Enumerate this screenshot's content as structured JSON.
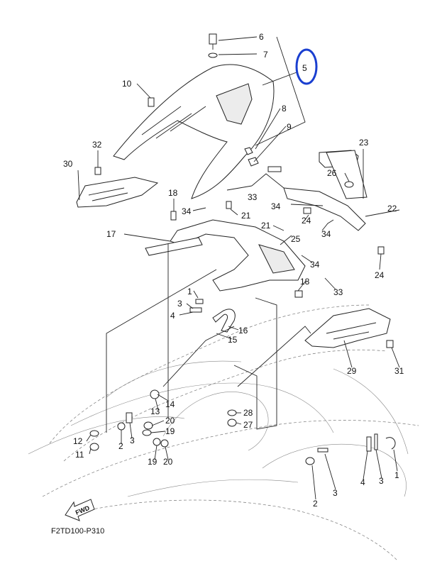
{
  "diagram": {
    "code": "F2TD100-P310",
    "fwd_label": "FWD",
    "highlight_color": "#1a3fd0",
    "highlighted_part": "5"
  },
  "callouts": [
    {
      "id": "c6",
      "label": "6"
    },
    {
      "id": "c7",
      "label": "7"
    },
    {
      "id": "c5",
      "label": "5"
    },
    {
      "id": "c10",
      "label": "10"
    },
    {
      "id": "c8",
      "label": "8"
    },
    {
      "id": "c9",
      "label": "9"
    },
    {
      "id": "c23",
      "label": "23"
    },
    {
      "id": "c32",
      "label": "32"
    },
    {
      "id": "c30",
      "label": "30"
    },
    {
      "id": "c26",
      "label": "26"
    },
    {
      "id": "c18a",
      "label": "18"
    },
    {
      "id": "c33a",
      "label": "33"
    },
    {
      "id": "c34a",
      "label": "34"
    },
    {
      "id": "c34b",
      "label": "34"
    },
    {
      "id": "c22",
      "label": "22"
    },
    {
      "id": "c21a",
      "label": "21"
    },
    {
      "id": "c24a",
      "label": "24"
    },
    {
      "id": "c17",
      "label": "17"
    },
    {
      "id": "c21b",
      "label": "21"
    },
    {
      "id": "c34c",
      "label": "34"
    },
    {
      "id": "c25",
      "label": "25"
    },
    {
      "id": "c24b",
      "label": "24"
    },
    {
      "id": "c34d",
      "label": "34"
    },
    {
      "id": "c18b",
      "label": "18"
    },
    {
      "id": "c33b",
      "label": "33"
    },
    {
      "id": "c1a",
      "label": "1"
    },
    {
      "id": "c3a",
      "label": "3"
    },
    {
      "id": "c4a",
      "label": "4"
    },
    {
      "id": "c16",
      "label": "16"
    },
    {
      "id": "c15",
      "label": "15"
    },
    {
      "id": "c29",
      "label": "29"
    },
    {
      "id": "c31",
      "label": "31"
    },
    {
      "id": "c14",
      "label": "14"
    },
    {
      "id": "c13",
      "label": "13"
    },
    {
      "id": "c20a",
      "label": "20"
    },
    {
      "id": "c19a",
      "label": "19"
    },
    {
      "id": "c28",
      "label": "28"
    },
    {
      "id": "c27",
      "label": "27"
    },
    {
      "id": "c12",
      "label": "12"
    },
    {
      "id": "c11",
      "label": "11"
    },
    {
      "id": "c2a",
      "label": "2"
    },
    {
      "id": "c3b",
      "label": "3"
    },
    {
      "id": "c19b",
      "label": "19"
    },
    {
      "id": "c20b",
      "label": "20"
    },
    {
      "id": "c4b",
      "label": "4"
    },
    {
      "id": "c3c",
      "label": "3"
    },
    {
      "id": "c1b",
      "label": "1"
    },
    {
      "id": "c2b",
      "label": "2"
    },
    {
      "id": "c3d",
      "label": "3"
    }
  ]
}
